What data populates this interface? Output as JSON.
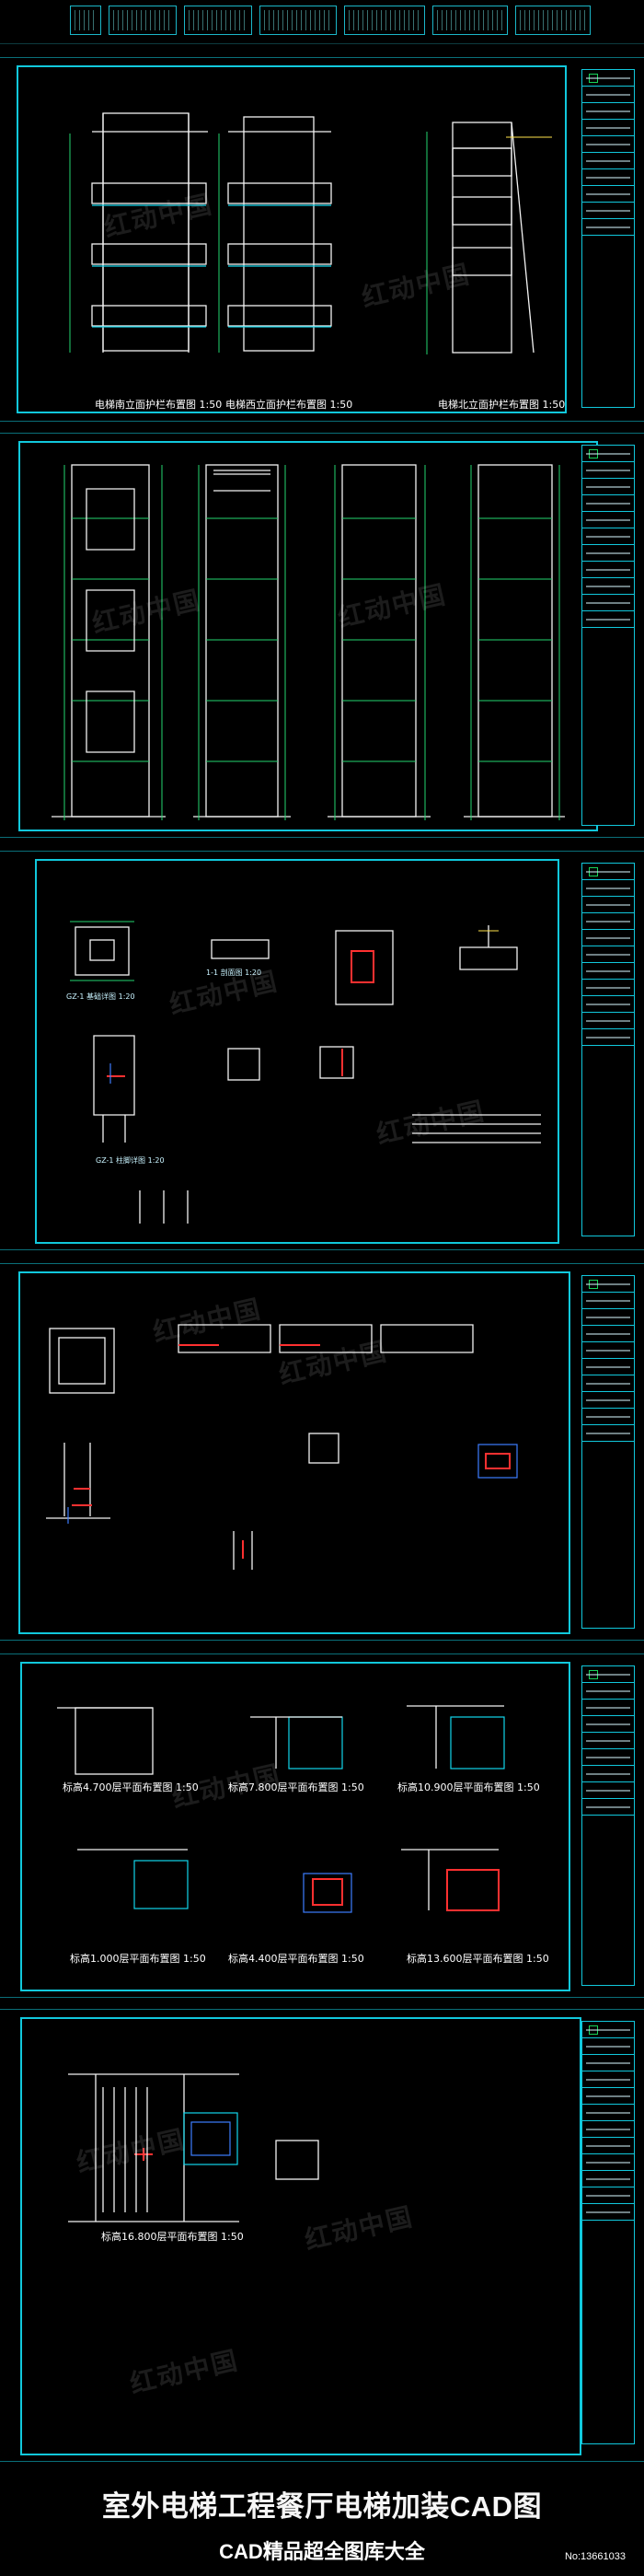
{
  "page": {
    "title": "室外电梯工程餐厅电梯加装CAD图",
    "subtitle": "CAD精品超全图库大全",
    "number": "No:13661033"
  },
  "watermark": {
    "text": "红动中国"
  },
  "sheets": [
    {
      "labels": [
        "电梯南立面护栏布置图 1:50",
        "电梯西立面护栏布置图 1:50",
        "电梯北立面护栏布置图 1:50"
      ]
    },
    {
      "labels": []
    },
    {
      "labels": [
        "GZ-1 基础详图 1:20",
        "1-1 剖面图 1:20",
        "GZ-1 柱脚详图 1:20"
      ]
    },
    {
      "labels": []
    },
    {
      "labels": [
        "标高4.700层平面布置图 1:50",
        "标高7.800层平面布置图 1:50",
        "标高10.900层平面布置图 1:50",
        "标高1.000层平面布置图 1:50",
        "标高4.400层平面布置图 1:50",
        "标高13.600层平面布置图 1:50"
      ]
    },
    {
      "labels": [
        "标高16.800层平面布置图 1:50"
      ]
    }
  ],
  "colors": {
    "frame": "#11c8dc",
    "drawing": "#f3f3f3",
    "highlight_red": "#ff3030",
    "highlight_blue": "#3d7dff",
    "highlight_green": "#25d66f"
  }
}
